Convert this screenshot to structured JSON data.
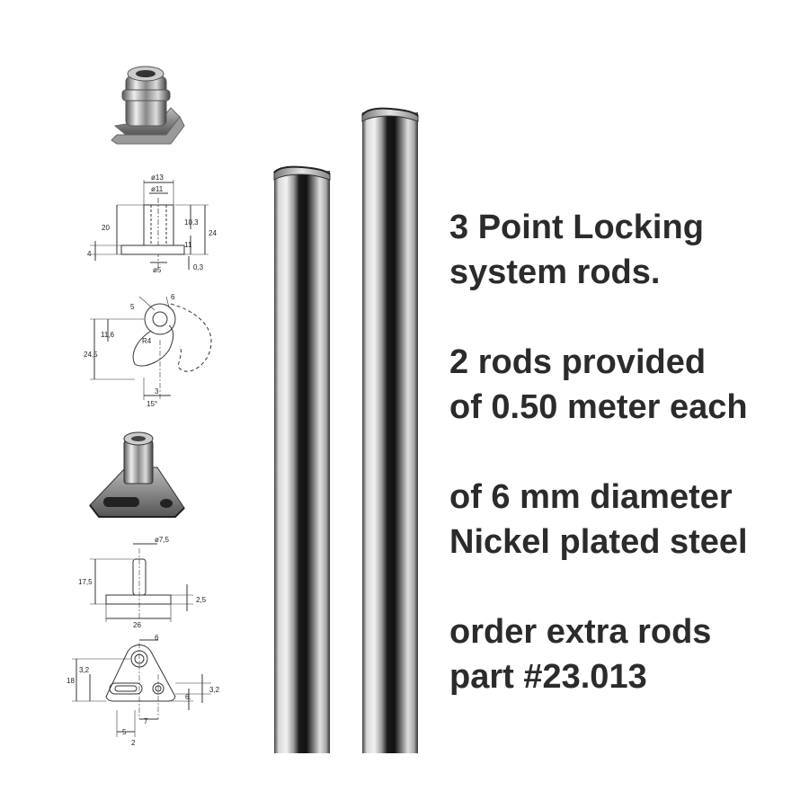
{
  "description": {
    "paragraphs": [
      [
        "3 Point Locking",
        "system rods."
      ],
      [
        "2 rods provided",
        "of 0.50 meter each"
      ],
      [
        "of 6 mm diameter",
        "Nickel plated steel"
      ],
      [
        "order extra rods",
        "part #23.013"
      ]
    ]
  },
  "drawings": {
    "cam": {
      "dim_d13": "ø13",
      "dim_d11": "ø11",
      "dim_20": "20",
      "dim_10_3": "10,3",
      "dim_24": "24",
      "dim_11": "11",
      "dim_4": "4",
      "dim_d5": "ø5",
      "dim_0_3": "0,3"
    },
    "cam_top": {
      "dim_6": "6",
      "dim_5": "5",
      "dim_11_6": "11,6",
      "dim_r4": "R4",
      "dim_24_5": "24,5",
      "dim_3": "3",
      "dim_15deg": "15°"
    },
    "striker": {
      "dim_d7_5": "ø7,5",
      "dim_17_5": "17,5",
      "dim_2_5": "2,5",
      "dim_26": "26"
    },
    "striker_top": {
      "dim_6": "6",
      "dim_3_2a": "3,2",
      "dim_18": "18",
      "dim_3_2b": "3,2",
      "dim_6b": "6.",
      "dim_7": "7",
      "dim_5": "5",
      "dim_2": "2"
    }
  },
  "colors": {
    "text": "#2b2b2b",
    "line": "#333333",
    "rod_dark": "#111111",
    "rod_light": "#e8e8e8"
  }
}
